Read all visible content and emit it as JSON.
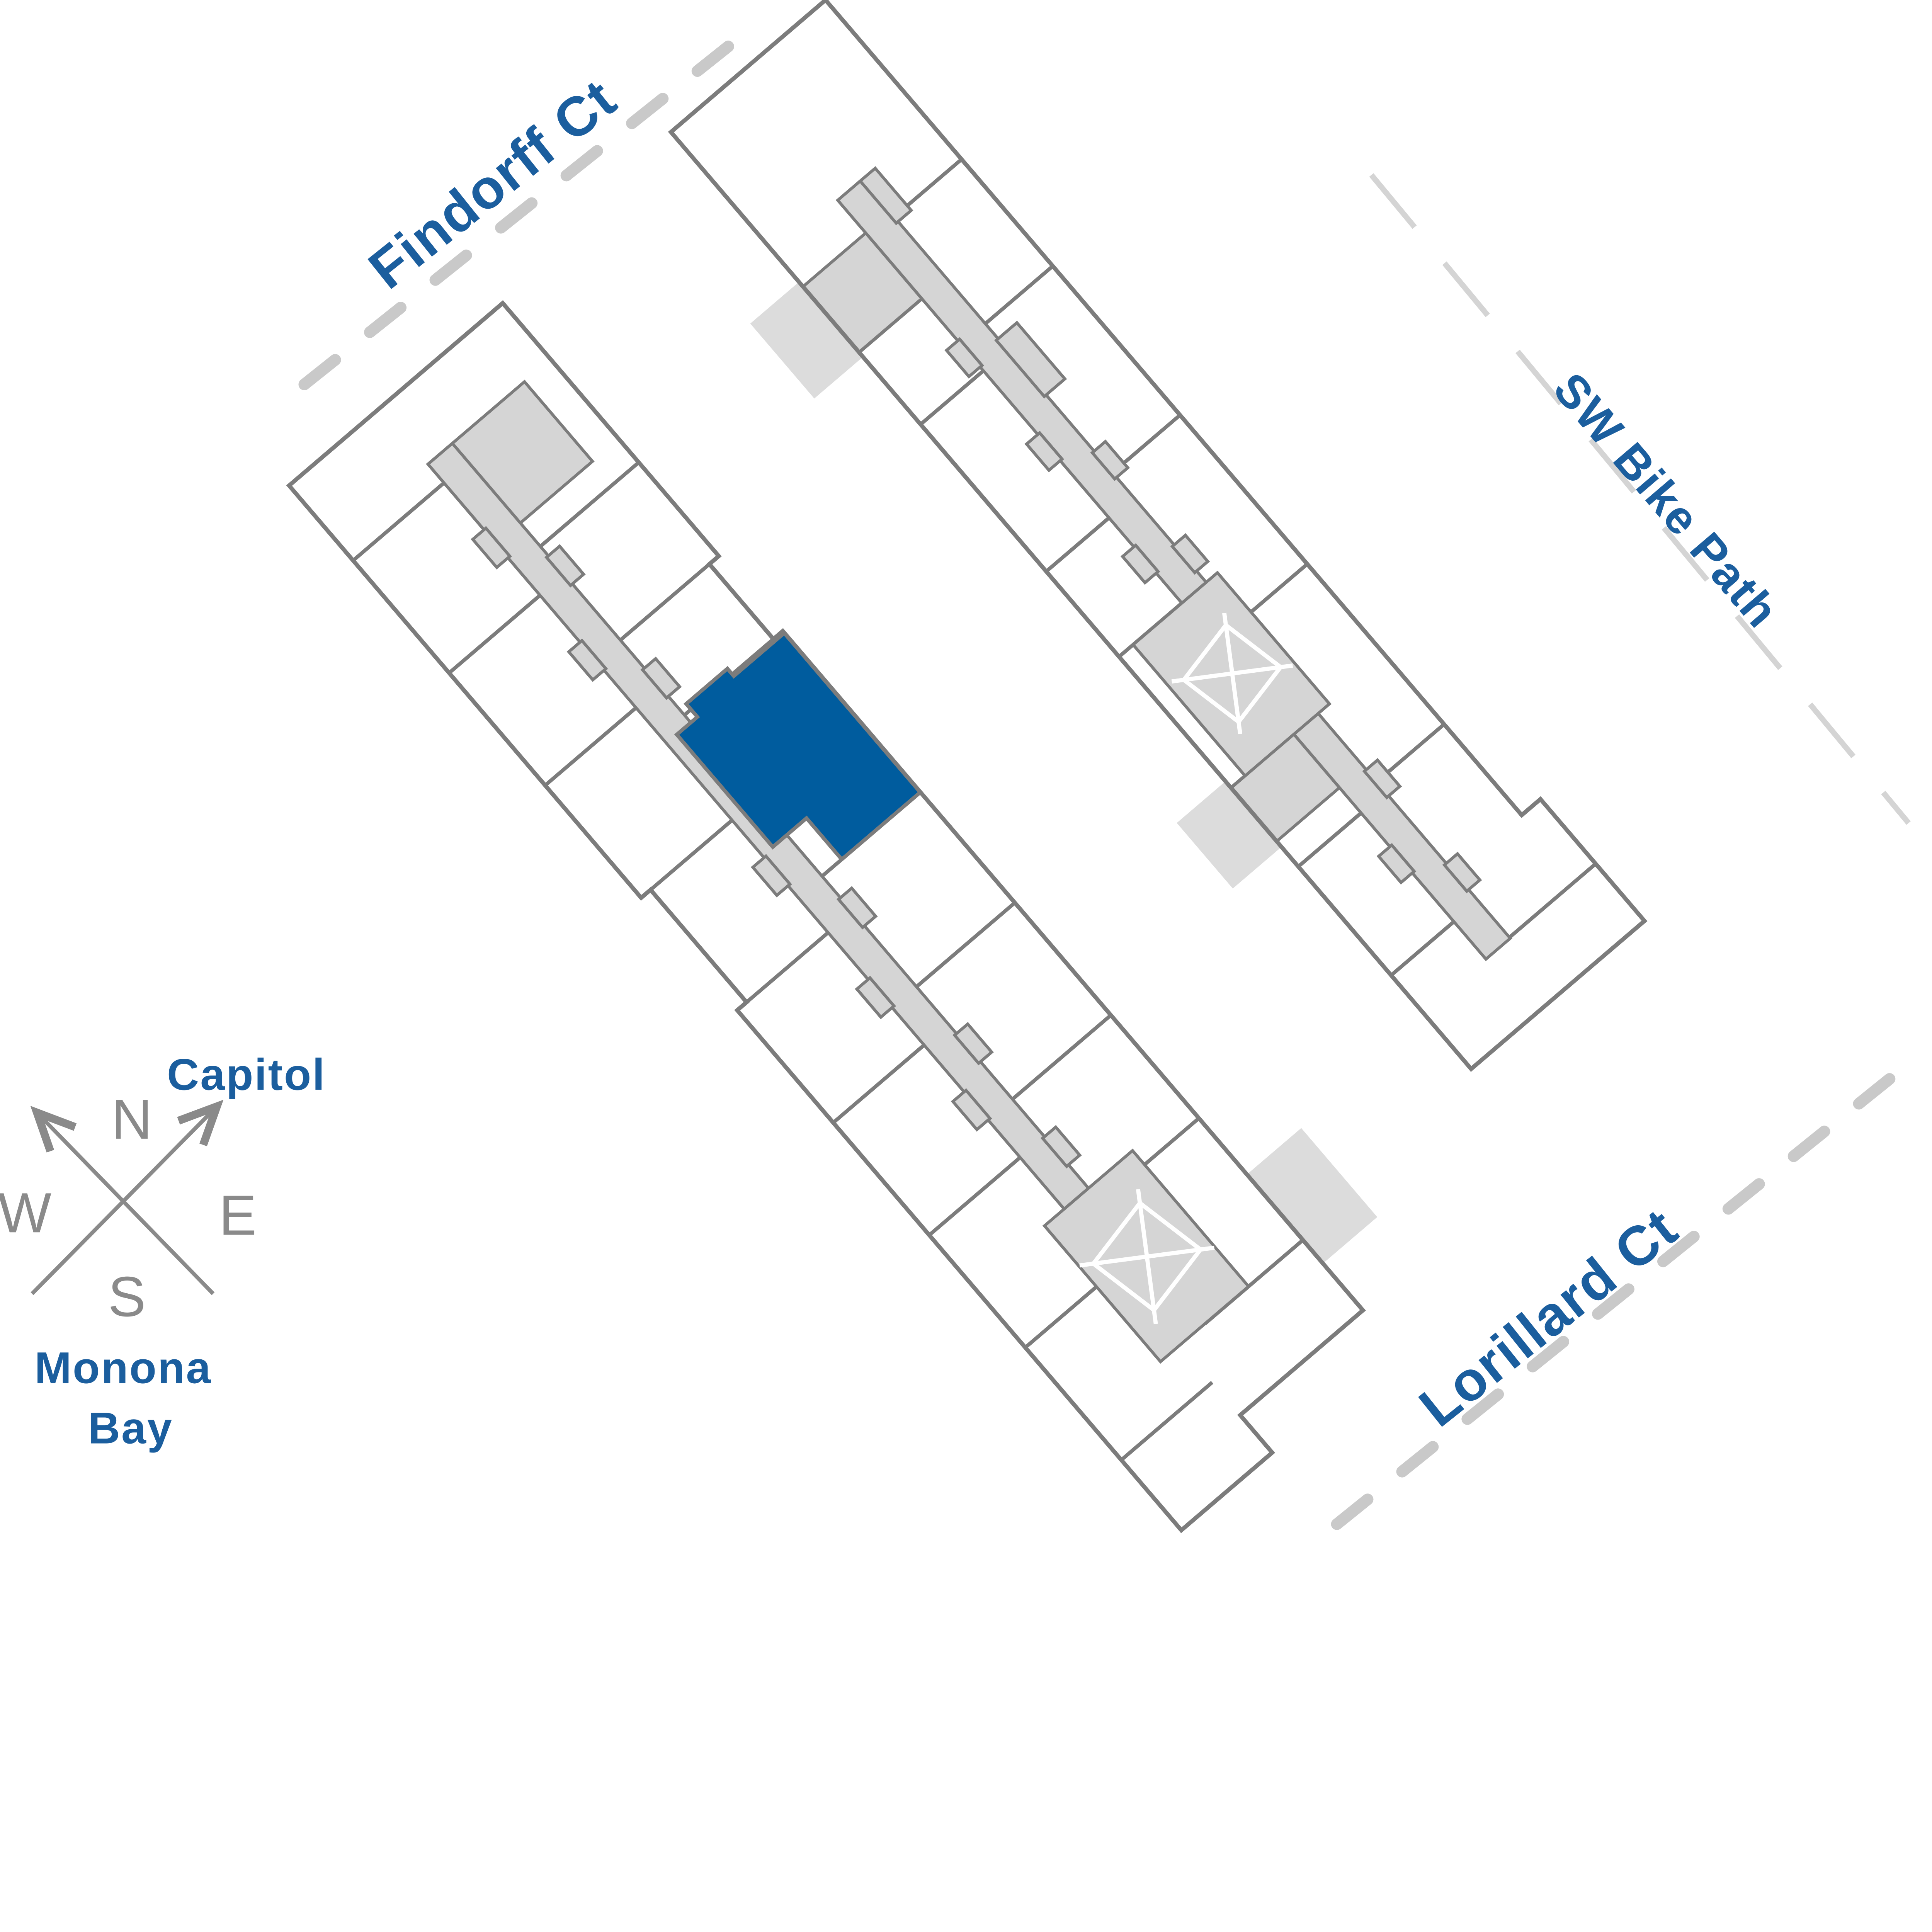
{
  "map": {
    "streets": {
      "findorff": "Findorff Ct",
      "bike_path": "SW Bike Path",
      "lorillard": "Lorillard Ct"
    },
    "landmarks": {
      "capitol": "Capitol",
      "monona_bay": [
        "Monona",
        "Bay"
      ]
    },
    "compass": {
      "north": "N",
      "east": "E",
      "south": "S",
      "west": "W"
    },
    "colors": {
      "background": "#ffffff",
      "label_blue": "#1b5e9e",
      "highlight_blue": "#005c9e",
      "wall_gray": "#7c7c7c",
      "corridor_gray": "#d5d5d5",
      "pad_gray": "#dcdcdc",
      "street_dash_gray": "#c9c9c9",
      "bike_dash_gray": "#d4d4d4",
      "compass_gray": "#8a8a8a"
    }
  }
}
